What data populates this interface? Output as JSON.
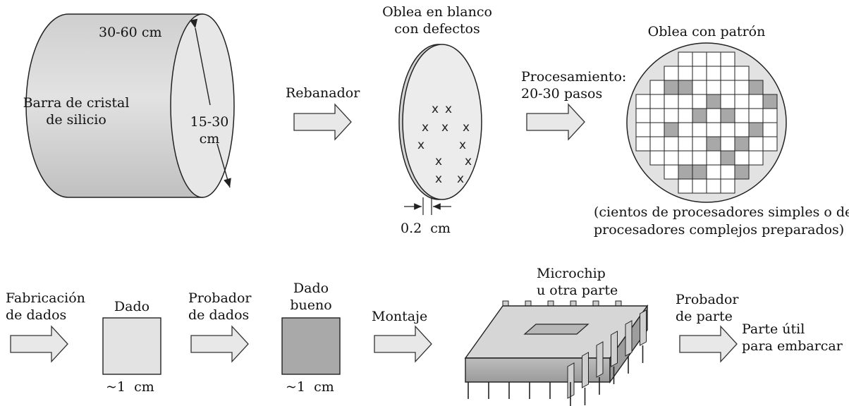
{
  "ingot": {
    "length_label": "30-60 cm",
    "name_line1": "Barra de cristal",
    "name_line2": "de silicio",
    "diameter_line1": "15-30",
    "diameter_line2": "cm"
  },
  "step_slicer": {
    "label": "Rebanador"
  },
  "blank_wafer": {
    "title_line1": "Oblea en blanco",
    "title_line2": "con defectos",
    "defect_mark": "x",
    "thickness_label": "0.2  cm"
  },
  "step_processing": {
    "label_line1": "Procesamiento:",
    "label_line2": "20-30 pasos"
  },
  "patterned_wafer": {
    "title": "Oblea con patrón",
    "caption_line1": "(cientos de procesadores simples o de",
    "caption_line2": "procesadores complejos preparados)"
  },
  "step_dicing": {
    "label_line1": "Fabricación",
    "label_line2": "de dados"
  },
  "die": {
    "title": "Dado",
    "size_label": "~1  cm"
  },
  "step_die_tester": {
    "label_line1": "Probador",
    "label_line2": "de dados"
  },
  "good_die": {
    "title_line1": "Dado",
    "title_line2": "bueno",
    "size_label": "~1  cm"
  },
  "step_mounting": {
    "label": "Montaje"
  },
  "chip": {
    "title_line1": "Microchip",
    "title_line2": "u otra parte"
  },
  "step_part_tester": {
    "label_line1": "Probador",
    "label_line2": "de parte"
  },
  "usable_part": {
    "label_line1": "Parte útil",
    "label_line2": "para embarcar"
  },
  "colors": {
    "die_fill": "#e3e3e3",
    "good_die_fill": "#a9a9a9",
    "chip_top": "#d6d6d6",
    "wafer_grey_cell": "#a8a8a8",
    "arrow_fill": "#e8e8e8"
  }
}
